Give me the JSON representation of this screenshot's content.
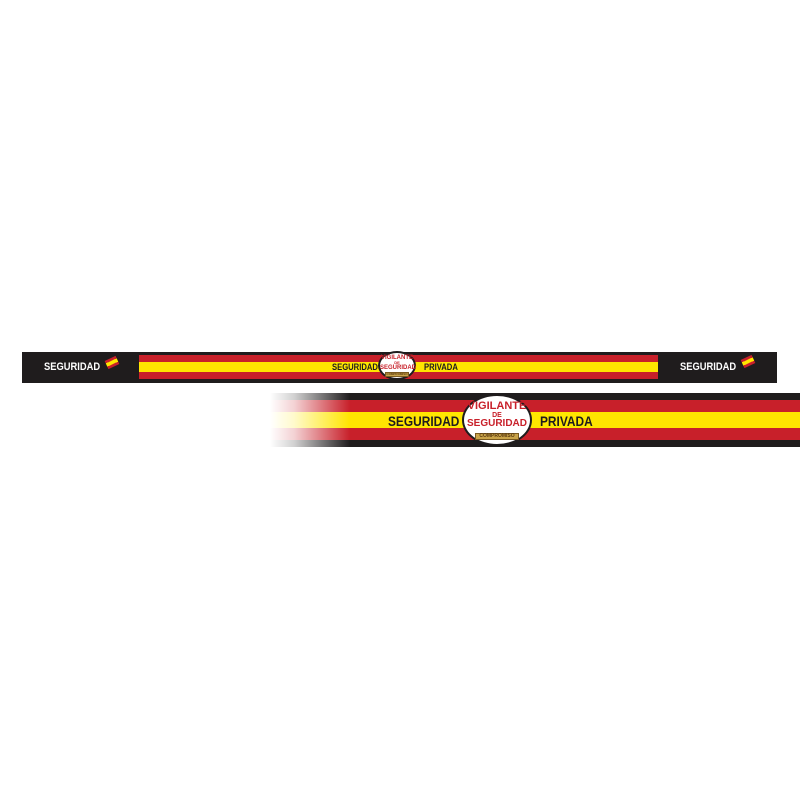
{
  "band_short": {
    "left_text": "SEGURIDAD",
    "mid_left": "SEGURIDAD",
    "mid_right": "PRIVADA",
    "right_text": "SEGURIDAD"
  },
  "badge": {
    "line1": "VIGILANTE",
    "line2": "DE",
    "line3": "SEGURIDAD",
    "line4": "COMPROMISO"
  },
  "band_long": {
    "left": "SEGURIDAD",
    "right": "PRIVADA"
  },
  "colors": {
    "black": "#1f1c1d",
    "red": "#c8202a",
    "yellow": "#ffe600"
  }
}
